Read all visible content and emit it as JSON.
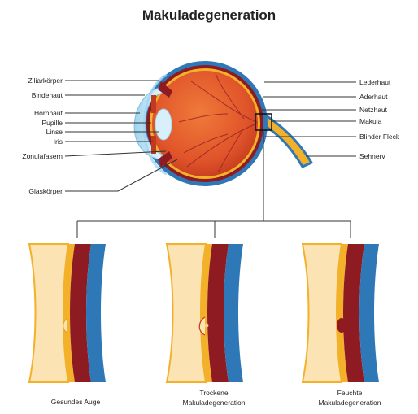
{
  "title": "Makuladegeneration",
  "labels_left": [
    "Ziliarkörper",
    "Bindehaut",
    "Hornhaut",
    "Pupille",
    "Linse",
    "Iris",
    "Zonulafasern",
    "Glaskörper"
  ],
  "labels_right": [
    "Lederhaut",
    "Aderhaut",
    "Netzhaut",
    "Makula",
    "Blinder Fleck",
    "Sehnerv"
  ],
  "panels": [
    {
      "caption_lines": [
        "Gesundes Auge"
      ]
    },
    {
      "caption_lines": [
        "Trockene",
        "Makuladegeneration"
      ]
    },
    {
      "caption_lines": [
        "Feuchte",
        "Makuladegeneration"
      ]
    }
  ],
  "colors": {
    "sclera": "#2e78b8",
    "choroid": "#8e1b22",
    "retina": "#f3b12a",
    "vitreous": "#fbe3b4",
    "eye_interior": "#e0542a",
    "cornea": "#bfe3f5"
  }
}
